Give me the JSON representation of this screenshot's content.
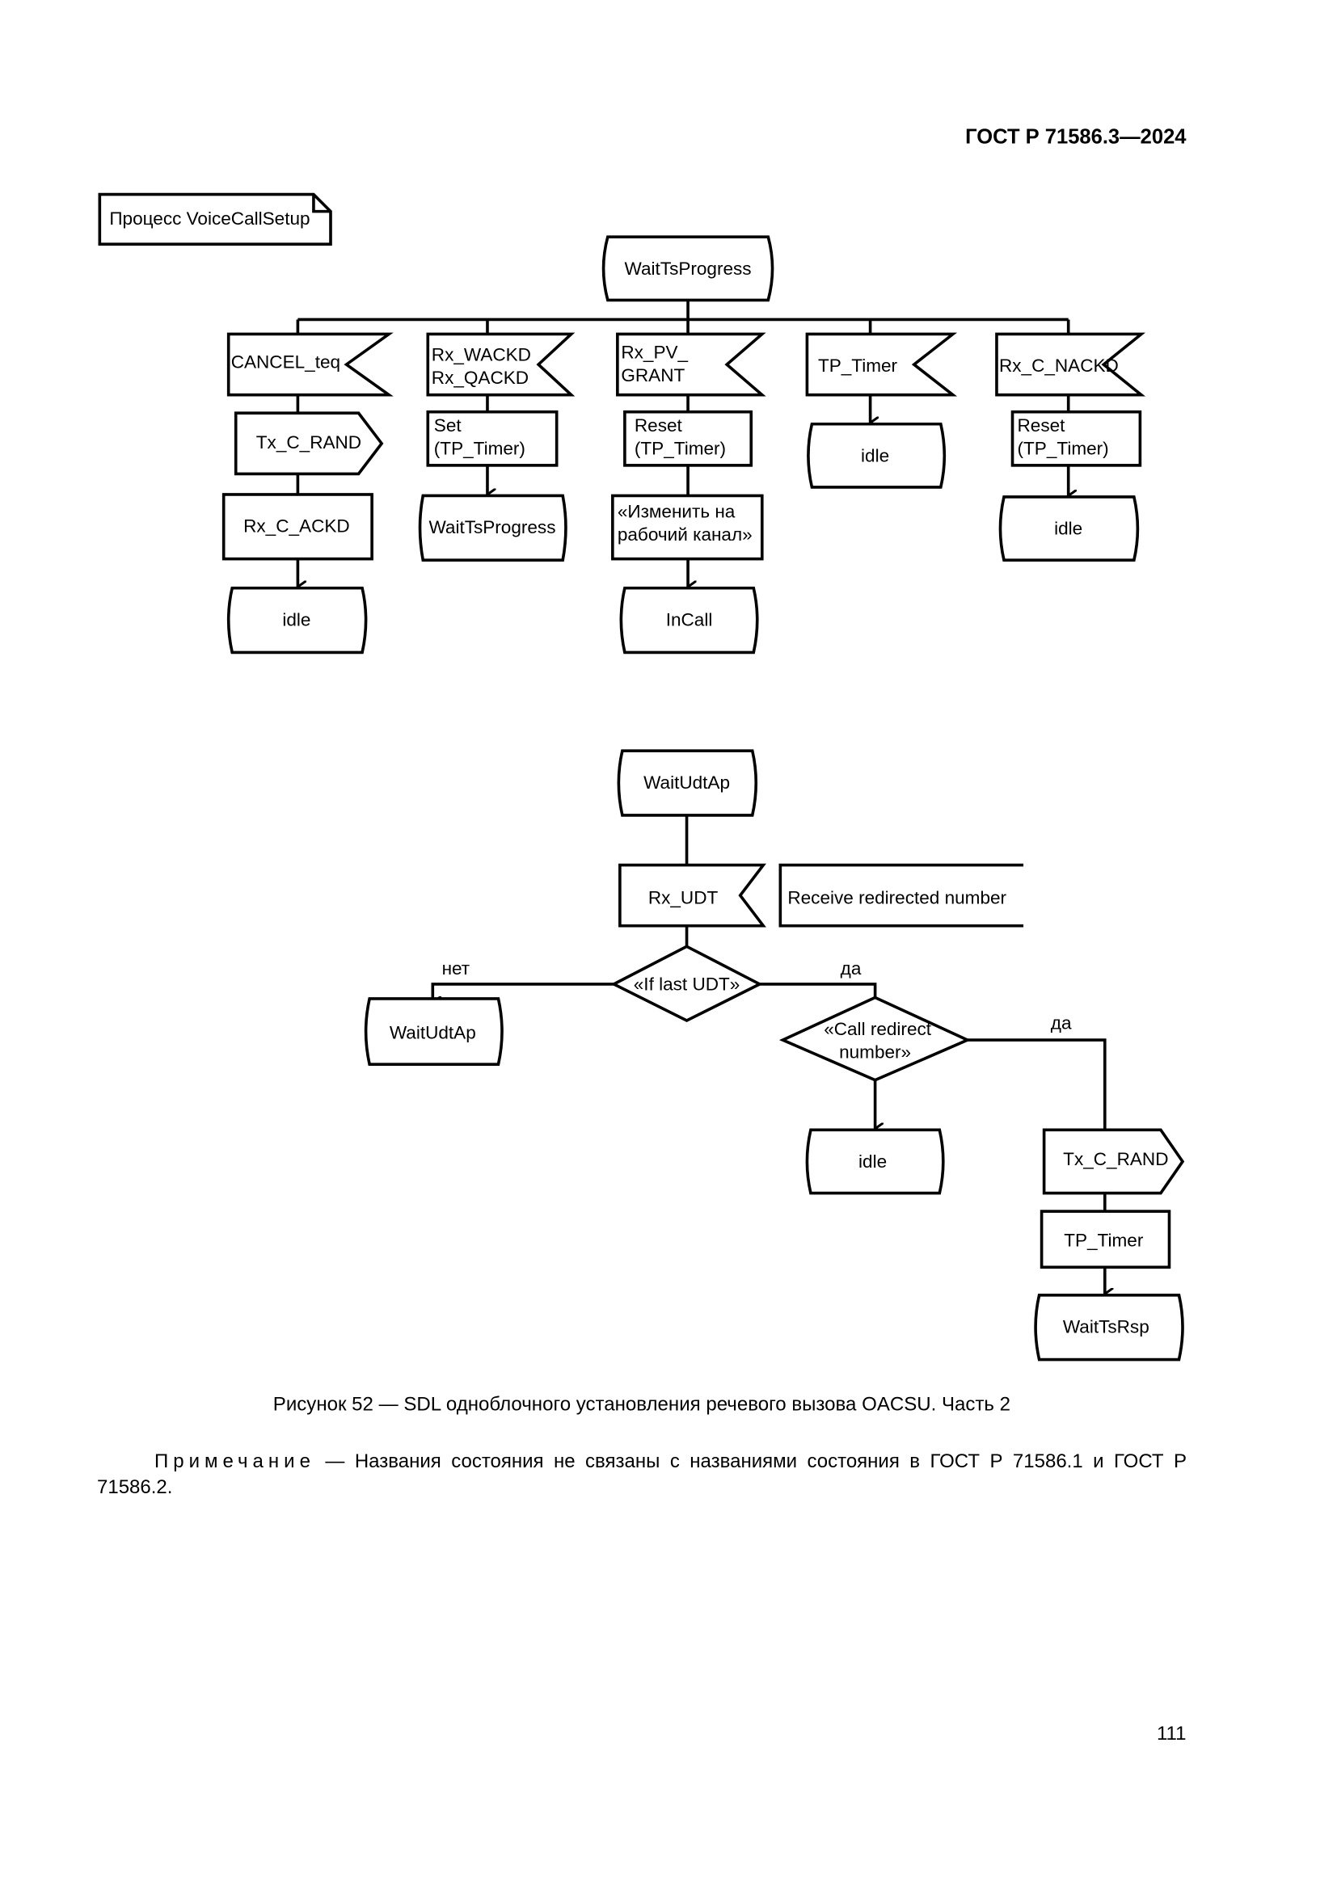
{
  "header": {
    "doc_id": "ГОСТ Р 71586.3—2024"
  },
  "diagram": {
    "process_label": "Процесс VoiceCallSetup",
    "part1": {
      "start_state": "WaitTsProgress",
      "col1": {
        "input": "CANCEL_teq",
        "output": "Tx_C_RAND",
        "task": "Rx_C_ACKD",
        "next_state": "idle"
      },
      "col2": {
        "input_line1": "Rx_WACKD",
        "input_line2": "Rx_QACKD",
        "task_line1": "Set",
        "task_line2": "(TP_Timer)",
        "next_state": "WaitTsProgress"
      },
      "col3": {
        "input_line1": "Rx_PV_",
        "input_line2": "GRANT",
        "task_line1": "Reset",
        "task_line2": "(TP_Timer)",
        "task2_line1": "«Изменить на",
        "task2_line2": "рабочий канал»",
        "next_state": "InCall"
      },
      "col4": {
        "input": "TP_Timer",
        "next_state": "idle"
      },
      "col5": {
        "input": "Rx_C_NACKD",
        "task_line1": "Reset",
        "task_line2": "(TP_Timer)",
        "next_state": "idle"
      }
    },
    "part2": {
      "start_state": "WaitUdtAp",
      "input": "Rx_UDT",
      "comment": "Receive redirected number",
      "decision1": "«If last UDT»",
      "no_label": "нет",
      "yes_label": "да",
      "no_state": "WaitUdtAp",
      "decision2_line1": "«Call redirect",
      "decision2_line2": "number»",
      "yes2_label": "да",
      "decision2_no_state": "idle",
      "output": "Tx_C_RAND",
      "task": "TP_Timer",
      "final_state": "WaitTsRsp"
    }
  },
  "caption": "Рисунок 52 — SDL одноблочного установления речевого вызова OACSU. Часть 2",
  "note": {
    "label": "Примечание",
    "text": " — Названия состояния не связаны с названиями состояния в ГОСТ Р 71586.1 и ГОСТ Р 71586.2."
  },
  "page_number": "111"
}
